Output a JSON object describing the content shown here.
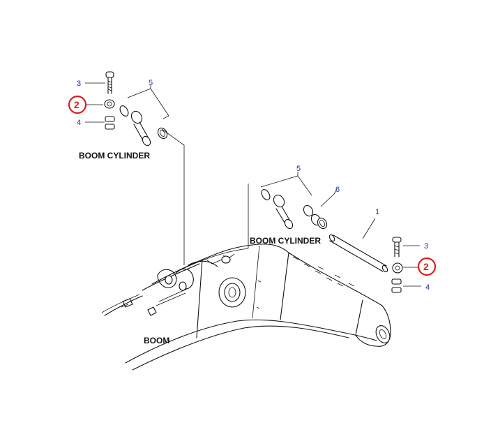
{
  "captions": {
    "top_cylinder": "BOOM CYLINDER",
    "mid_cylinder": "BOOM CYLINDER",
    "boom": "BOOM"
  },
  "callouts": {
    "tl_3": "3",
    "tl_2": "2",
    "tl_4": "4",
    "tl_5": "5",
    "mr_5": "5",
    "mr_6": "6",
    "mr_1": "1",
    "mr_3": "3",
    "mr_2": "2",
    "mr_4": "4"
  },
  "colors": {
    "callout_blue": "#1a2aa8",
    "highlight_red": "#d62020",
    "line": "#111111"
  }
}
